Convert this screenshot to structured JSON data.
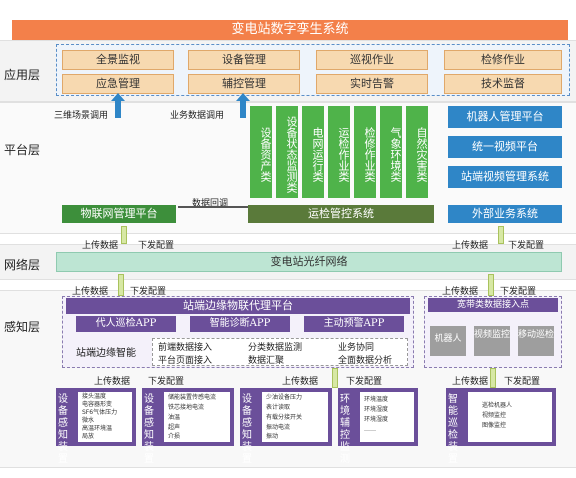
{
  "title": "变电站数字孪生系统",
  "layers": {
    "application": "应用层",
    "platform": "平台层",
    "network": "网络层",
    "perception": "感知层"
  },
  "apps": [
    "全景监视",
    "设备管理",
    "巡视作业",
    "检修作业",
    "应急管理",
    "辅控管理",
    "实时告警",
    "技术监督"
  ],
  "notes": {
    "three_d": "三维场景调用",
    "business_call": "业务数据调用",
    "data_backflow": "数据回调"
  },
  "platform_columns": [
    "设备资产类",
    "设备状态监测类",
    "电网运行类",
    "运检作业类",
    "检修作业类",
    "气象环境类",
    "自然灾害类"
  ],
  "platform_right": [
    "机器人管理平台",
    "统一视频平台",
    "站端视频管理系统"
  ],
  "platform_bottom": {
    "iot": "物联网管理平台",
    "ops": "运检管控系统",
    "external": "外部业务系统"
  },
  "transfer": {
    "up": "上传数据",
    "down": "下发配置"
  },
  "network": "变电站光纤网络",
  "edge": {
    "platform": "站端边缘物联代理平台",
    "apps": [
      "代人巡检APP",
      "智能诊断APP",
      "主动预警APP"
    ],
    "label": "站端边缘智能",
    "features": [
      "前端数据接入",
      "分类数据监测",
      "业务协同",
      "平台页面接入",
      "数据汇聚",
      "全面数据分析"
    ]
  },
  "wideband": {
    "title": "宽带类数据接入点",
    "items": [
      "机器人",
      "视频监控",
      "移动巡检"
    ]
  },
  "devices": [
    {
      "title": "设备感知装置",
      "items": [
        "接头温度",
        "电容器形变",
        "SF6气体压力",
        "微水",
        "高温环境温",
        "局放"
      ]
    },
    {
      "title": "设备感知装置",
      "items": [
        "储能装置传感电流",
        "铁芯接地电流",
        "油温",
        "超声",
        "介损"
      ]
    },
    {
      "title": "设备感知装置",
      "items": [
        "少油设备压力",
        "表计读取",
        "有载分接开关",
        "振动电流",
        "振动"
      ]
    },
    {
      "title": "环境辅控监测",
      "items": [
        "环境温度",
        "环境湿度",
        "环境湿度",
        "……"
      ]
    },
    {
      "title": "智能巡检装置",
      "items": [
        "巡检机器人",
        "视频监控",
        "图像监控"
      ]
    }
  ],
  "colors": {
    "title": "#f3804a",
    "app": "#f7d9b0",
    "platform_green": "#4fb34a",
    "platform_blue": "#2f86c7",
    "edge_purple": "#6b4f9a"
  }
}
